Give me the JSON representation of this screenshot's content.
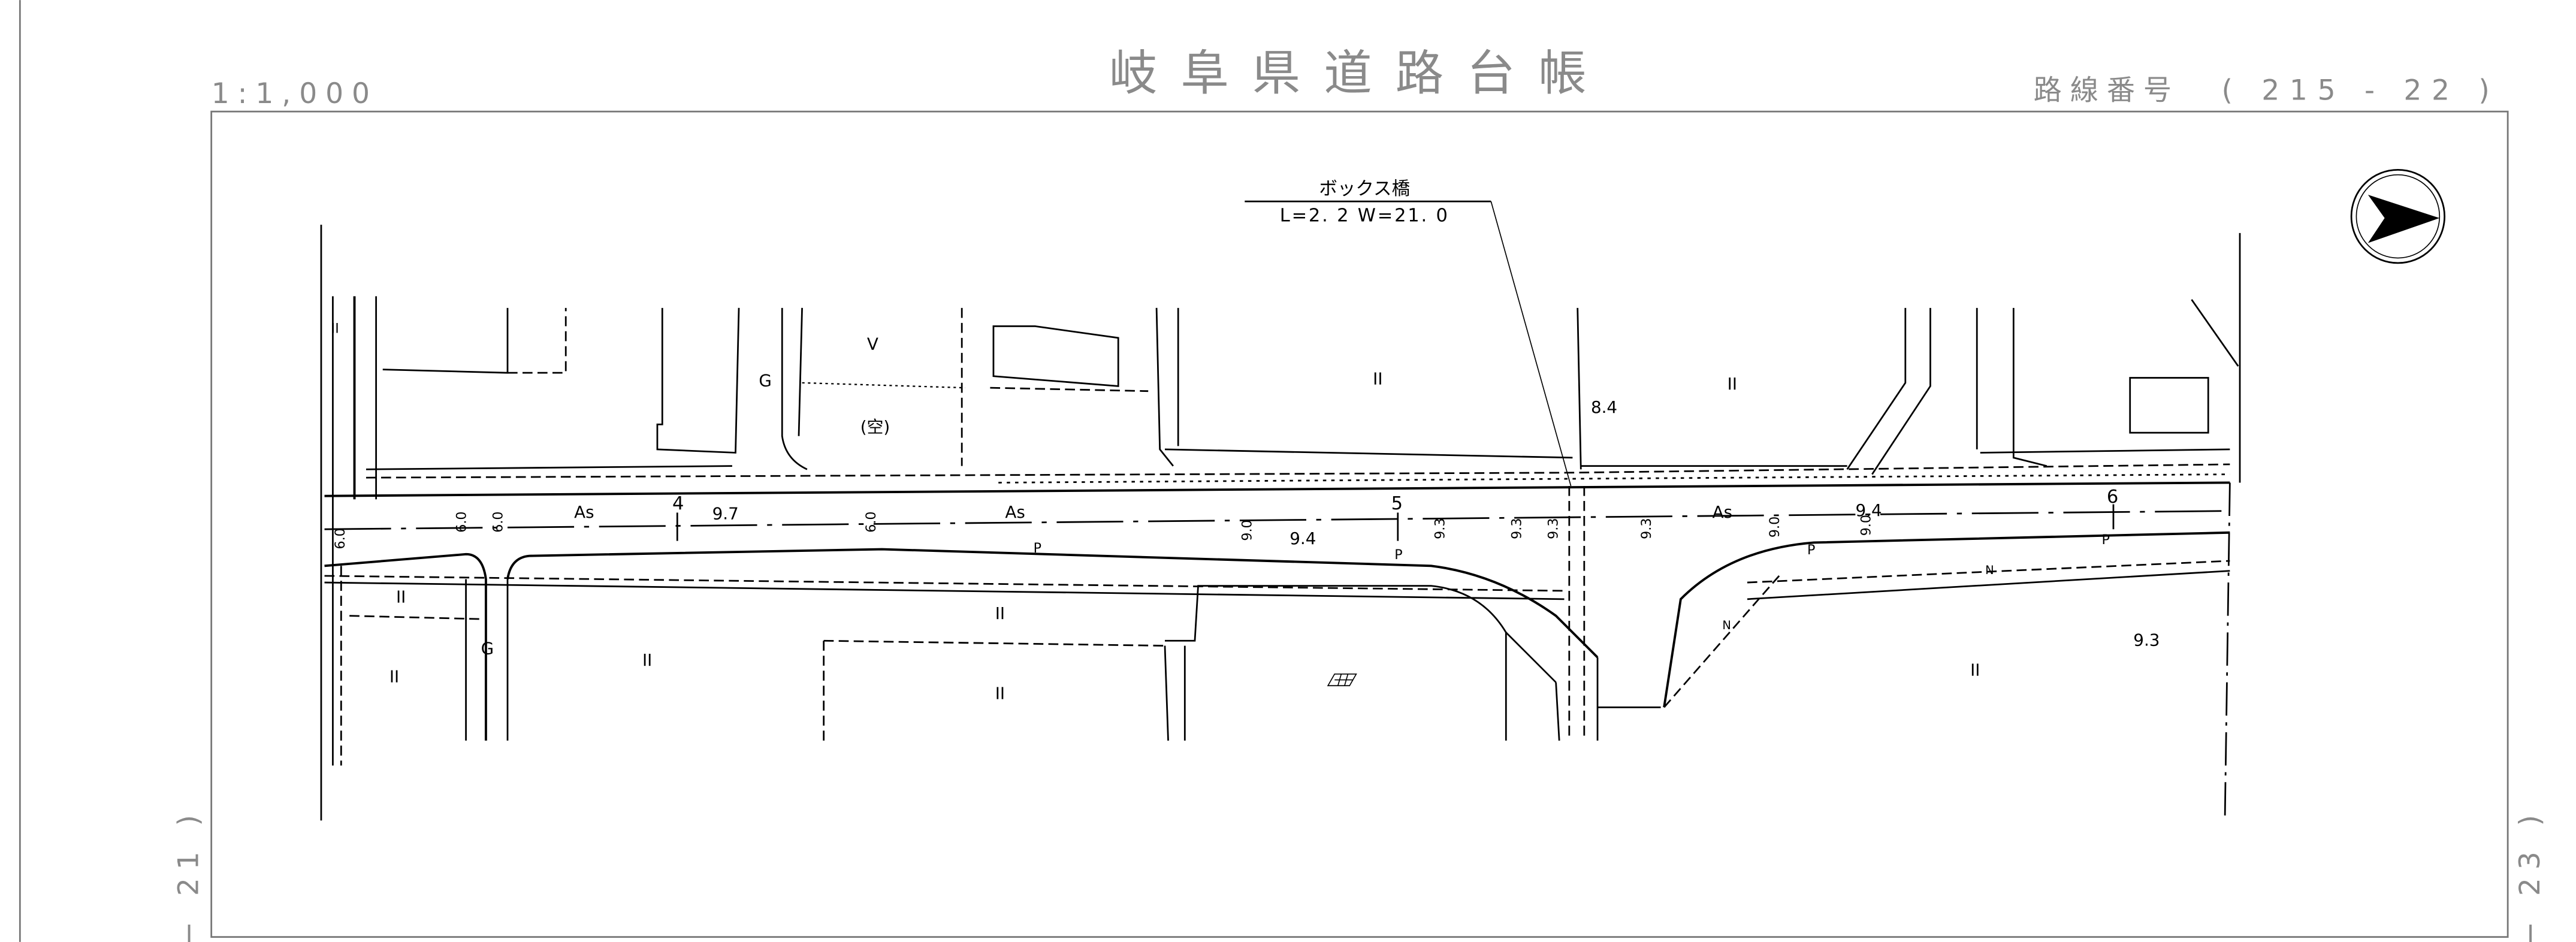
{
  "header": {
    "scale": "1:1,000",
    "title": "岐阜県道路台帳",
    "route_label": "路線番号",
    "route_number": "( 215 - 22 )"
  },
  "side_labels": {
    "left": "− 21 )",
    "right": "− 23 )"
  },
  "north_arrow": {
    "icon": "north-arrow-icon"
  },
  "bridge": {
    "name": "ボックス橋",
    "dims": "L=2. 2  W=21. 0"
  },
  "stations": [
    "4",
    "5",
    "6"
  ],
  "elevations": [
    "9.7",
    "9.4",
    "9.4",
    "8.4",
    "9.3"
  ],
  "surface_labels": [
    "As",
    "As",
    "As"
  ],
  "width_labels": [
    "6.0",
    "6.0",
    "6.0",
    "6.0",
    "9.0",
    "9.3",
    "9.3",
    "9.3",
    "9.3",
    "9.0",
    "9.0"
  ],
  "landuse": {
    "field": "II",
    "vacant": "(空)",
    "garden": "G",
    "v_mark": "V",
    "p_mark": "P",
    "n_mark": "N"
  }
}
